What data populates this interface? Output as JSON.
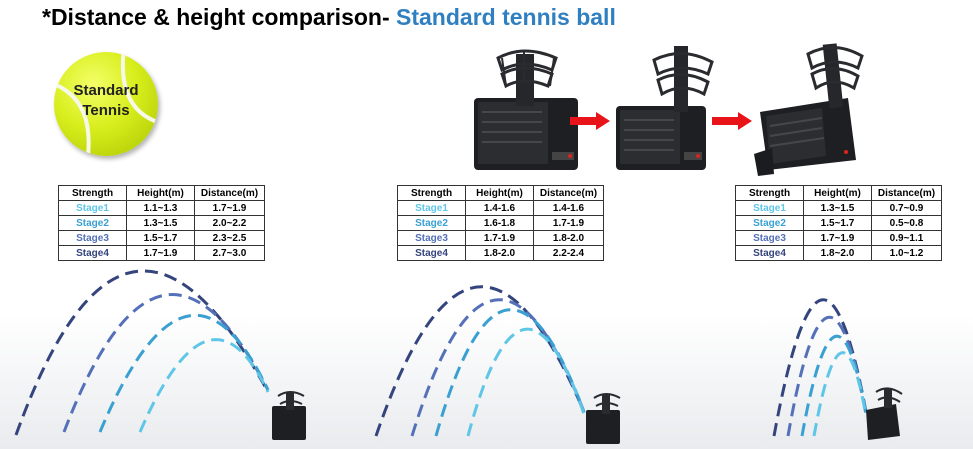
{
  "title": {
    "prefix": "*Distance & height comparison- ",
    "accent": "Standard tennis ball"
  },
  "ball": {
    "line1": "Standard",
    "line2": "Tennis"
  },
  "colors": {
    "stage1": "#5fc6e8",
    "stage2": "#3aa0d2",
    "stage3": "#5470b8",
    "stage4": "#34447d",
    "title_accent": "#2f7fc1",
    "arrow": "#e8141a"
  },
  "tables": [
    {
      "headers": [
        "Strength",
        "Height(m)",
        "Distance(m)"
      ],
      "rows": [
        [
          "Stage1",
          "1.1~1.3",
          "1.7~1.9"
        ],
        [
          "Stage2",
          "1.3~1.5",
          "2.0~2.2"
        ],
        [
          "Stage3",
          "1.5~1.7",
          "2.3~2.5"
        ],
        [
          "Stage4",
          "1.7~1.9",
          "2.7~3.0"
        ]
      ]
    },
    {
      "headers": [
        "Strength",
        "Height(m)",
        "Distance(m)"
      ],
      "rows": [
        [
          "Stage1",
          "1.4-1.6",
          "1.4-1.6"
        ],
        [
          "Stage2",
          "1.6-1.8",
          "1.7-1.9"
        ],
        [
          "Stage3",
          "1.7-1.9",
          "1.8-2.0"
        ],
        [
          "Stage4",
          "1.8-2.0",
          "2.2-2.4"
        ]
      ]
    },
    {
      "headers": [
        "Strength",
        "Height(m)",
        "Distance(m)"
      ],
      "rows": [
        [
          "Stage1",
          "1.3~1.5",
          "0.7~0.9"
        ],
        [
          "Stage2",
          "1.5~1.7",
          "0.5~0.8"
        ],
        [
          "Stage3",
          "1.7~1.9",
          "0.9~1.1"
        ],
        [
          "Stage4",
          "1.8~2.0",
          "1.0~1.2"
        ]
      ]
    }
  ],
  "icons": {
    "machine": "ball-machine-icon",
    "arrow": "right-arrow-icon"
  }
}
